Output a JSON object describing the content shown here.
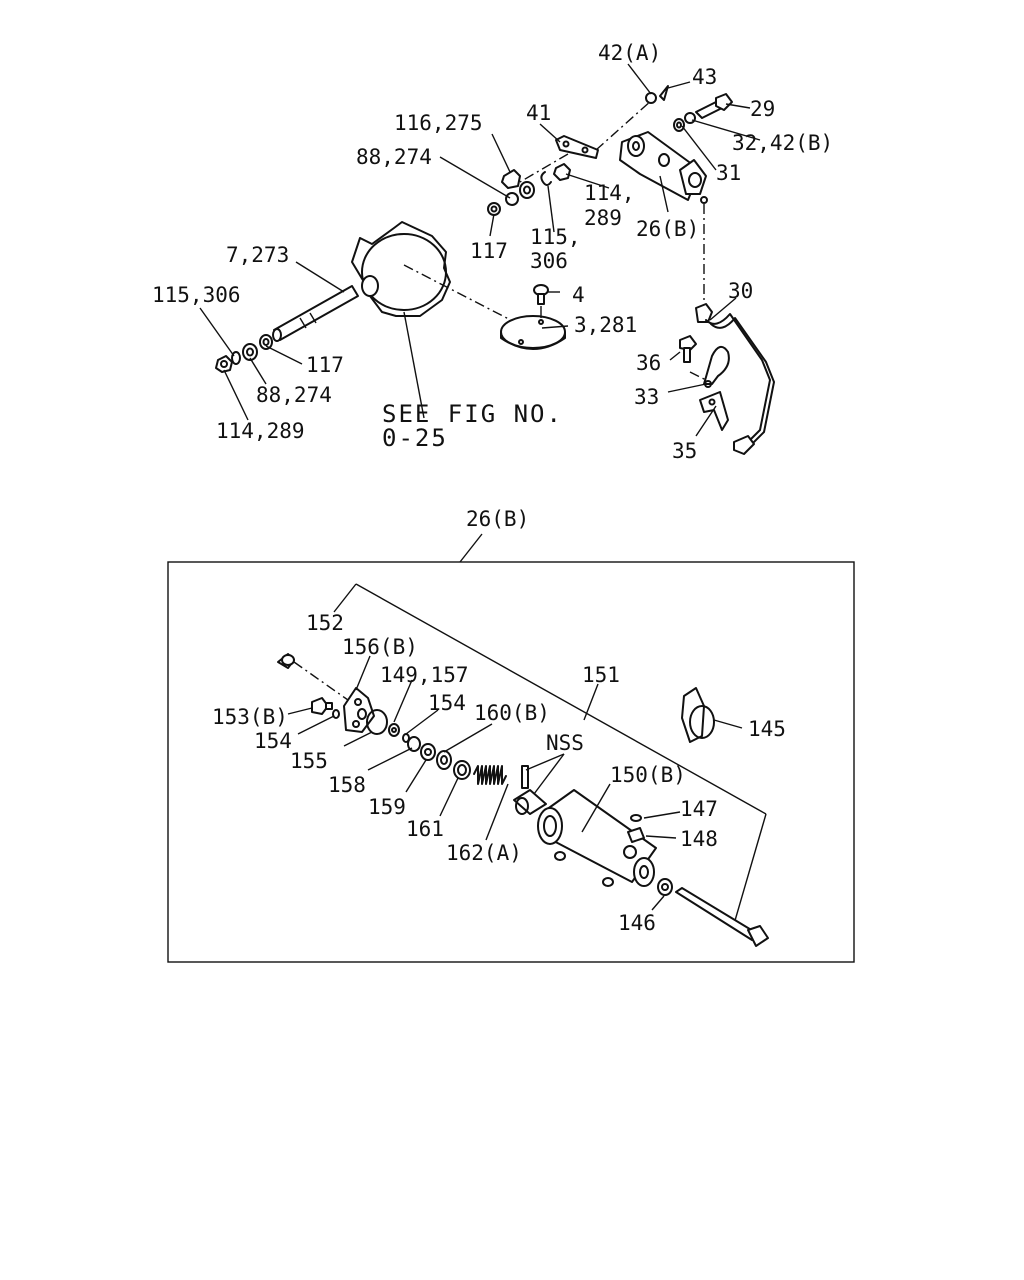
{
  "colors": {
    "ink": "#111111",
    "background": "#ffffff"
  },
  "upper_assembly": {
    "callouts": [
      {
        "id": "42a",
        "text": "42(A)"
      },
      {
        "id": "43",
        "text": "43"
      },
      {
        "id": "29",
        "text": "29"
      },
      {
        "id": "41",
        "text": "41"
      },
      {
        "id": "116",
        "text": "116,275"
      },
      {
        "id": "32",
        "text": "32,42(B)"
      },
      {
        "id": "88a",
        "text": "88,274"
      },
      {
        "id": "31",
        "text": "31"
      },
      {
        "id": "114a1",
        "text": "114,"
      },
      {
        "id": "114a2",
        "text": "289"
      },
      {
        "id": "26b",
        "text": "26(B)"
      },
      {
        "id": "117a",
        "text": "117"
      },
      {
        "id": "115a1",
        "text": "115,"
      },
      {
        "id": "115a2",
        "text": "306"
      },
      {
        "id": "7",
        "text": "7,273"
      },
      {
        "id": "30",
        "text": "30"
      },
      {
        "id": "4",
        "text": "4"
      },
      {
        "id": "115b",
        "text": "115,306"
      },
      {
        "id": "3",
        "text": "3,281"
      },
      {
        "id": "36",
        "text": "36"
      },
      {
        "id": "117b",
        "text": "117"
      },
      {
        "id": "88b",
        "text": "88,274"
      },
      {
        "id": "33",
        "text": "33"
      },
      {
        "id": "114b",
        "text": "114,289"
      },
      {
        "id": "35",
        "text": "35"
      }
    ],
    "reference_note": {
      "line1": "SEE FIG NO.",
      "line2": "0-25"
    }
  },
  "detail_view": {
    "title": "26(B)",
    "callouts": [
      {
        "id": "152",
        "text": "152"
      },
      {
        "id": "156b",
        "text": "156(B)"
      },
      {
        "id": "149",
        "text": "149,157"
      },
      {
        "id": "151",
        "text": "151"
      },
      {
        "id": "154a",
        "text": "154"
      },
      {
        "id": "160b",
        "text": "160(B)"
      },
      {
        "id": "153b",
        "text": "153(B)"
      },
      {
        "id": "nss",
        "text": "NSS"
      },
      {
        "id": "145",
        "text": "145"
      },
      {
        "id": "154b",
        "text": "154"
      },
      {
        "id": "155",
        "text": "155"
      },
      {
        "id": "150b",
        "text": "150(B)"
      },
      {
        "id": "158",
        "text": "158"
      },
      {
        "id": "147",
        "text": "147"
      },
      {
        "id": "159",
        "text": "159"
      },
      {
        "id": "148",
        "text": "148"
      },
      {
        "id": "161",
        "text": "161"
      },
      {
        "id": "162a",
        "text": "162(A)"
      },
      {
        "id": "146",
        "text": "146"
      }
    ]
  }
}
